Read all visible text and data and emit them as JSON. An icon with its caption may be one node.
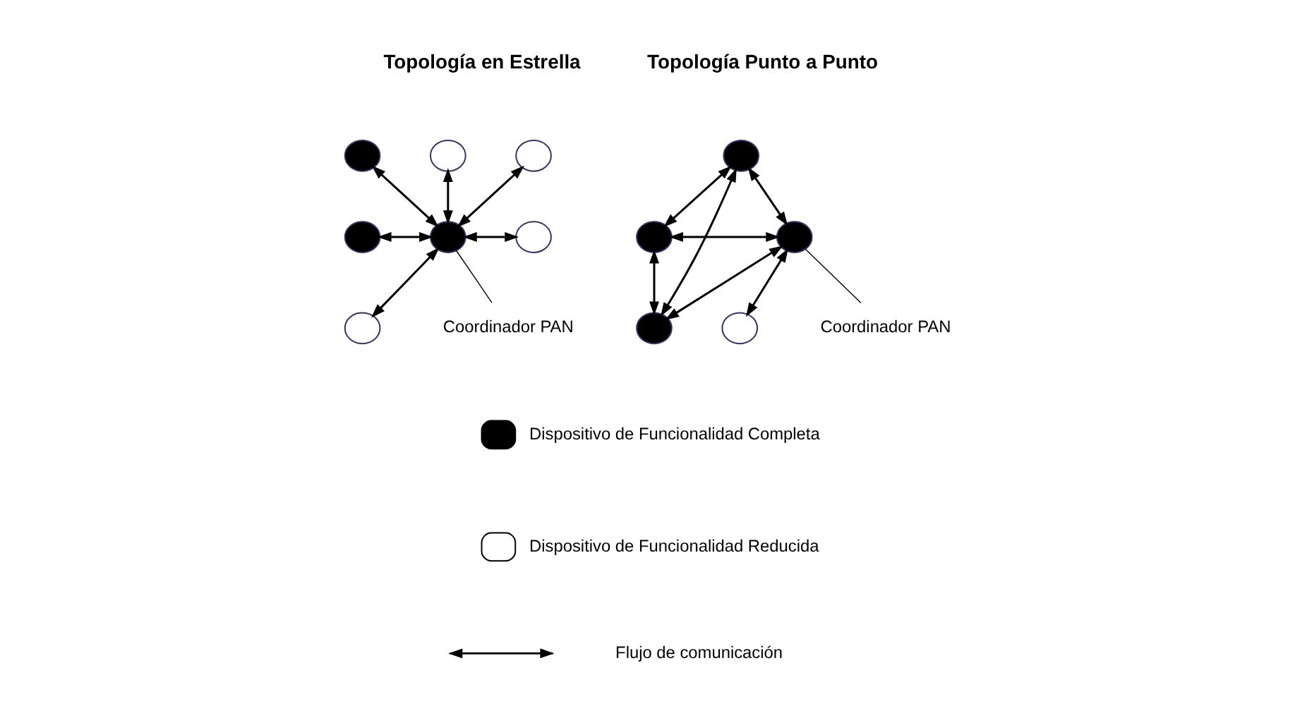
{
  "diagram": {
    "nodes": [
      {
        "text": [],
        "shape": "circle"
      },
      {
        "text": [],
        "shape": "circle"
      },
      {
        "text": [],
        "shape": "circle"
      },
      {
        "text": [],
        "shape": "circle"
      },
      {
        "text": [],
        "shape": "circle"
      },
      {
        "text": [],
        "shape": "circle"
      },
      {
        "text": [],
        "shape": "circle"
      },
      {
        "text": [
          "Coordinador PAN"
        ]
      },
      {
        "text": [],
        "shape": "circle"
      },
      {
        "text": [],
        "shape": "circle"
      },
      {
        "text": [],
        "shape": "circle"
      },
      {
        "text": [],
        "shape": "circle"
      },
      {
        "text": [],
        "shape": "circle"
      },
      {
        "text": [
          "Coordinador PAN"
        ]
      }
    ],
    "edges": [
      {
        "from": 0,
        "to": 4,
        "arrow": "both"
      },
      {
        "from": 1,
        "to": 4,
        "arrow": "both"
      },
      {
        "from": 2,
        "to": 4,
        "arrow": "both"
      },
      {
        "from": 3,
        "to": 4,
        "arrow": "both"
      },
      {
        "from": 4,
        "to": 5,
        "arrow": "both"
      },
      {
        "from": 4,
        "to": 6,
        "arrow": "both"
      },
      {
        "from": 4,
        "to": 7,
        "arrow": "none"
      },
      {
        "from": 8,
        "to": 10,
        "arrow": "both"
      },
      {
        "from": 8,
        "to": 11,
        "arrow": "both"
      },
      {
        "from": 8,
        "to": 12,
        "arrow": "both"
      },
      {
        "from": 10,
        "to": 11,
        "arrow": "both"
      },
      {
        "from": 10,
        "to": 12,
        "arrow": "both"
      },
      {
        "from": 11,
        "to": 12,
        "arrow": "both"
      },
      {
        "from": 11,
        "to": 9,
        "arrow": "both"
      },
      {
        "from": 11,
        "to": 13,
        "arrow": "none"
      }
    ],
    "labels": [
      "Topología en Estrella",
      "Topología Punto a Punto"
    ],
    "legend": [
      {
        "text": "Dispositivo de Funcionalidad Completa",
        "color": "#000000"
      },
      {
        "text": "Dispositivo de Funcionalidad Reducida",
        "color": "#ffffff"
      },
      {
        "text": "Flujo de comunicación"
      }
    ]
  }
}
